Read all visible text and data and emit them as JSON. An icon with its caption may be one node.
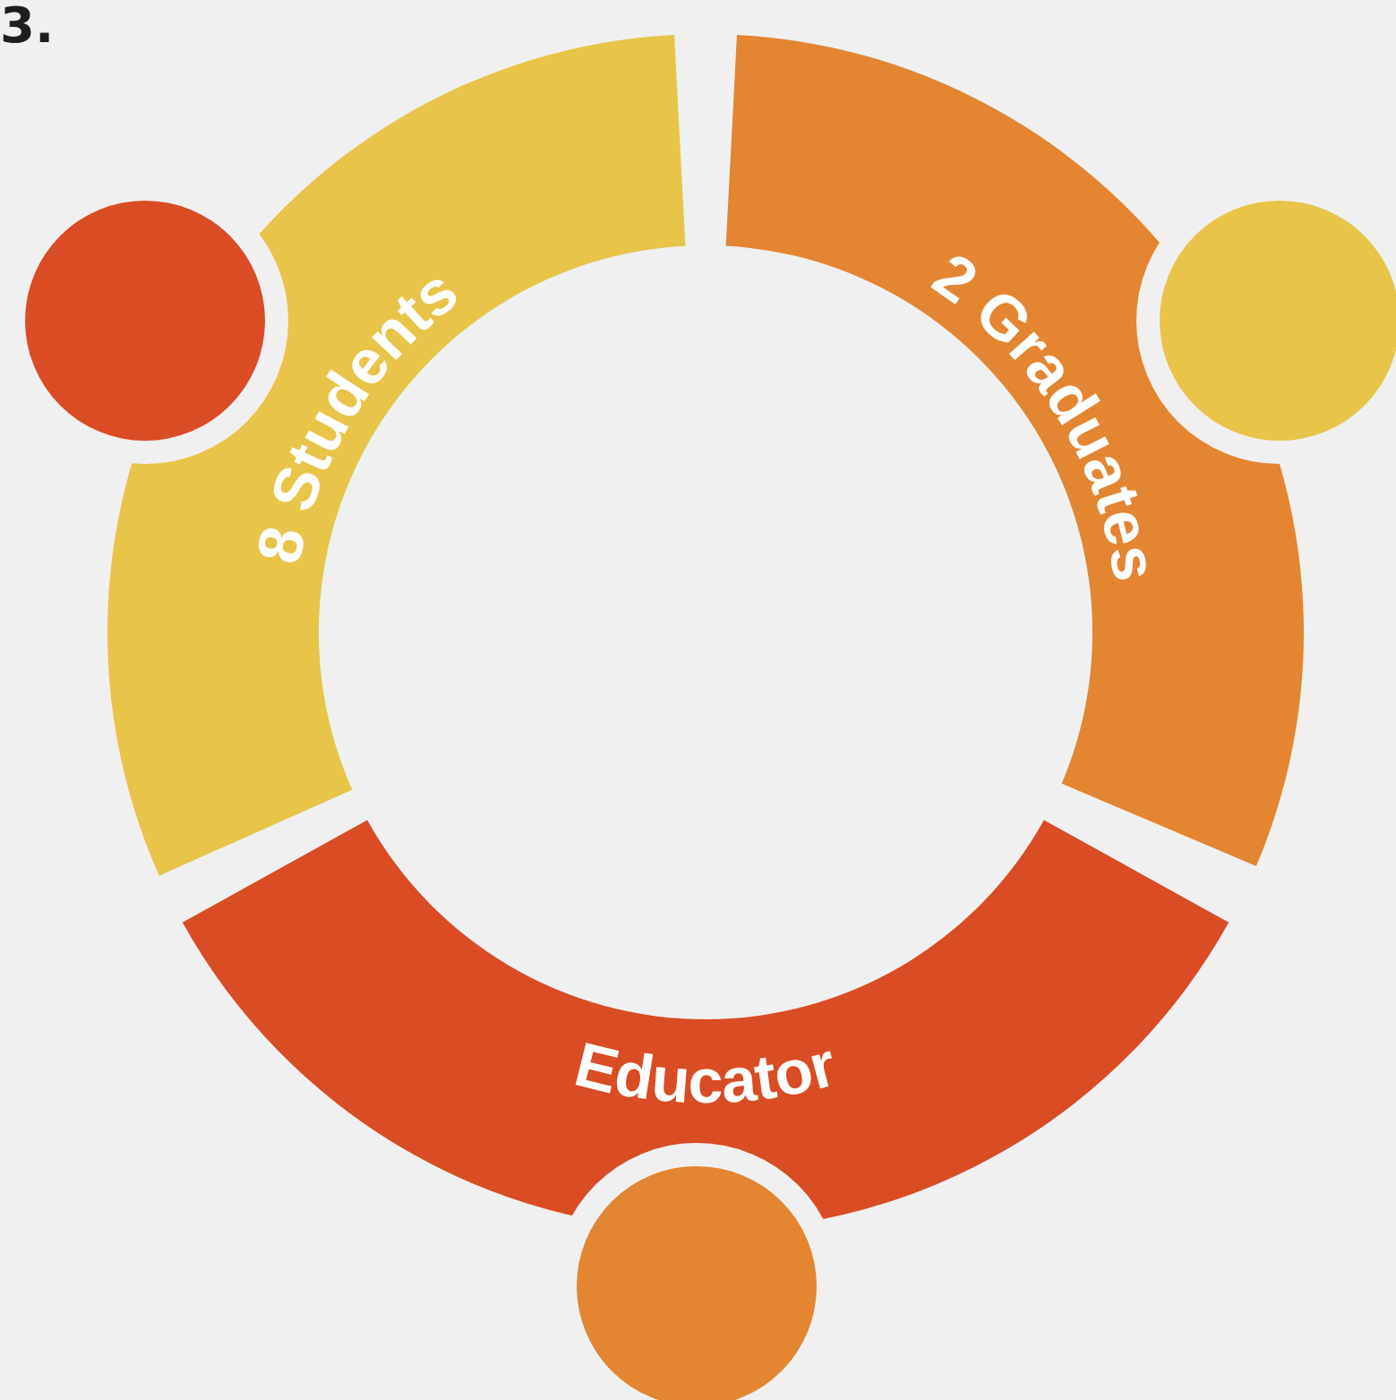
{
  "diagram": {
    "nodes": [
      {
        "text": [],
        "shape": "circle"
      },
      {
        "text": [
          "8 Students"
        ]
      },
      {
        "text": [
          "2 Graduates"
        ]
      },
      {
        "text": [],
        "shape": "circle"
      },
      {
        "text": [
          "Educator"
        ]
      },
      {
        "text": [],
        "shape": "circle"
      }
    ],
    "edges": [],
    "labels": [
      "3."
    ]
  }
}
